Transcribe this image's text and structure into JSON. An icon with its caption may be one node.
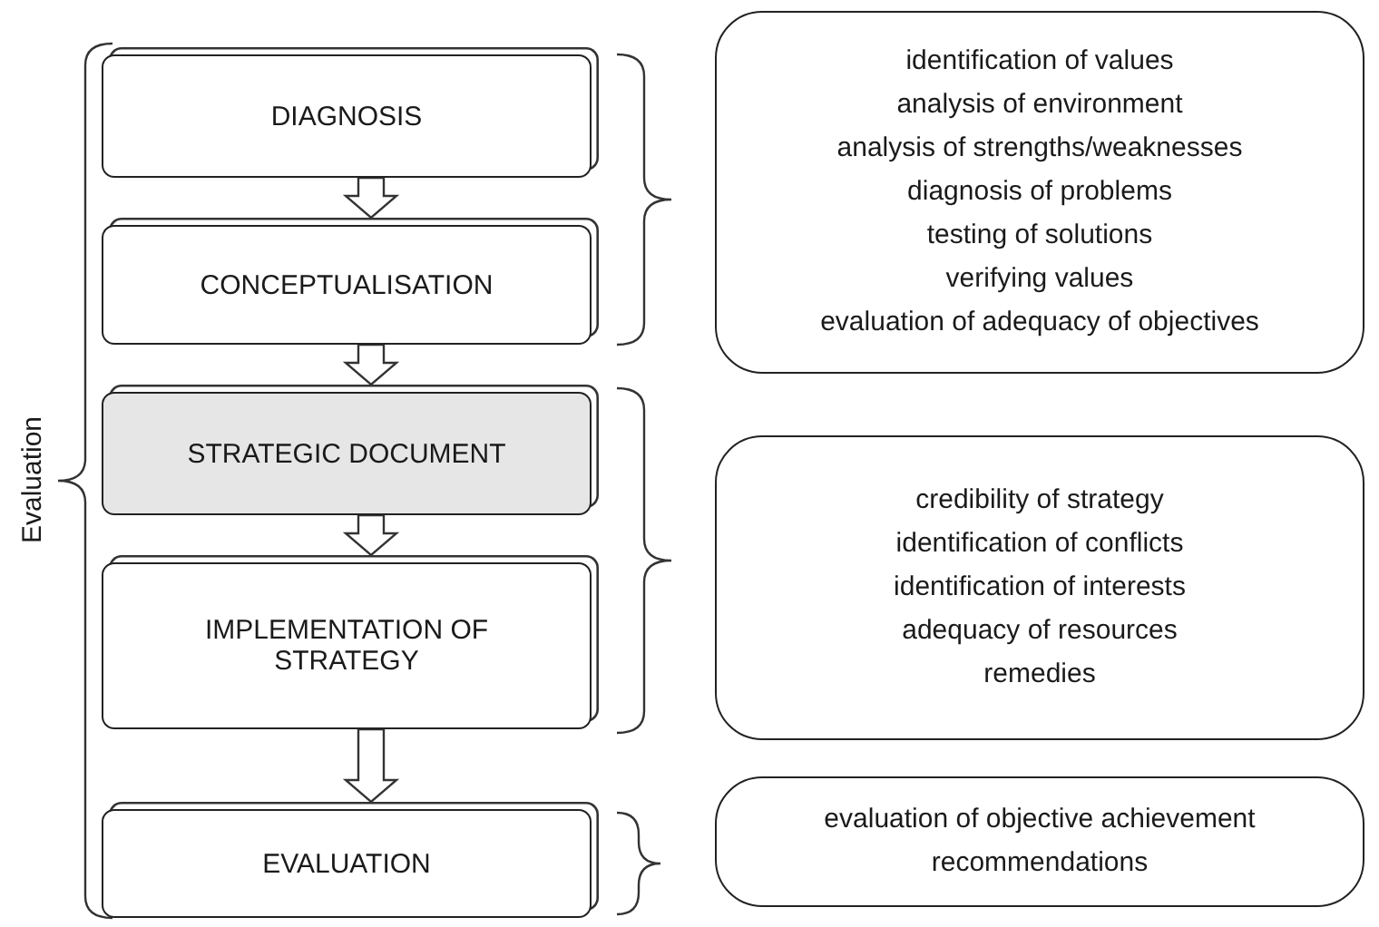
{
  "diagram": {
    "nodes": [
      {
        "text": [
          "DIAGNOSIS"
        ]
      },
      {
        "text": [
          "CONCEPTUALISATION"
        ]
      },
      {
        "text": [
          "STRATEGIC DOCUMENT"
        ]
      },
      {
        "text": [
          "IMPLEMENTATION OF STRATEGY"
        ]
      },
      {
        "text": [
          "EVALUATION"
        ]
      },
      {
        "text": [
          "identification of values",
          "analysis of environment",
          "analysis of strengths/weaknesses",
          "diagnosis of problems",
          "testing of solutions",
          "verifying values",
          "evaluation of adequacy of objectives"
        ]
      },
      {
        "text": [
          "credibility of strategy",
          "identification of conflicts",
          "identification of interests",
          "adequacy of resources",
          "remedies"
        ]
      },
      {
        "text": [
          "evaluation of objective achievement",
          "recommendations"
        ]
      }
    ],
    "edges": [
      {
        "from": 0,
        "to": 1,
        "arrow": "to"
      },
      {
        "from": 1,
        "to": 2,
        "arrow": "to"
      },
      {
        "from": 2,
        "to": 3,
        "arrow": "to"
      },
      {
        "from": 3,
        "to": 4,
        "arrow": "to"
      }
    ],
    "labels": [
      "Evaluation"
    ]
  }
}
